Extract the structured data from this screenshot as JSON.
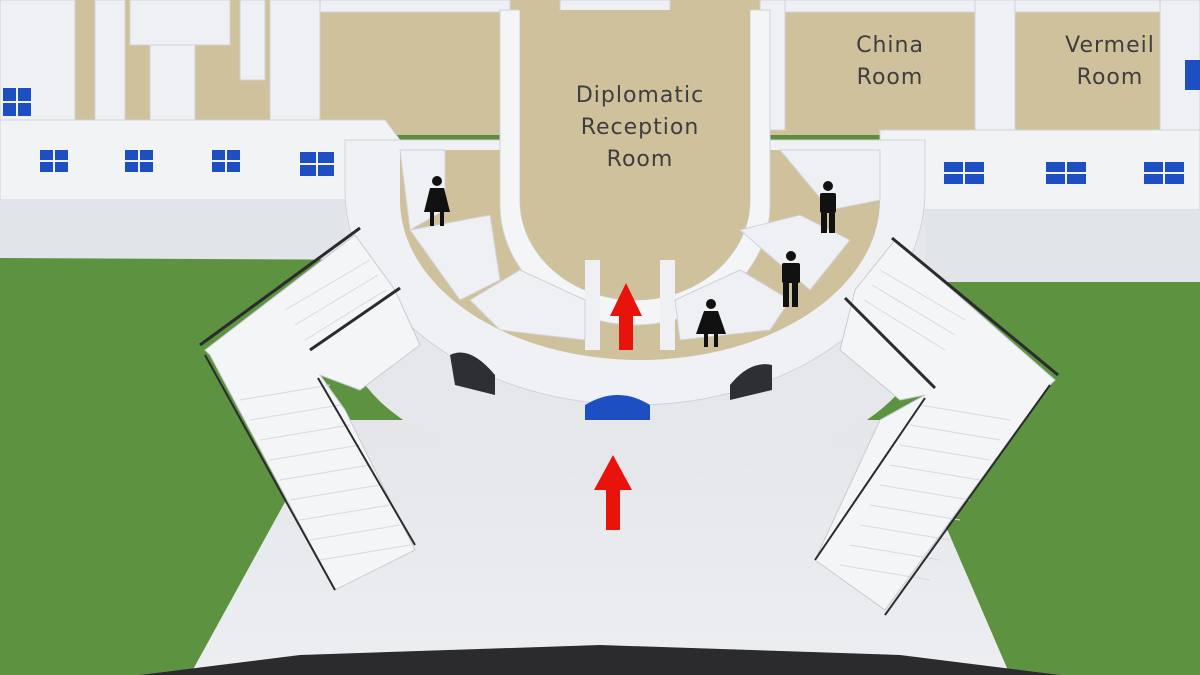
{
  "rooms": {
    "diplomatic": {
      "line1": "Diplomatic",
      "line2": "Reception",
      "line3": "Room"
    },
    "china": {
      "line1": "China",
      "line2": "Room"
    },
    "vermeil": {
      "line1": "Vermeil",
      "line2": "Room"
    }
  },
  "restroom_icons": [
    "woman-icon",
    "man-icon",
    "man-icon",
    "woman-icon"
  ],
  "route": {
    "arrow_count": 2,
    "arrow_color": "#e8140c"
  },
  "colors": {
    "lawn": "#5a8f3e",
    "floor": "#cfc19c",
    "wall": "#eef0f3",
    "plaza": "#e7e9ec",
    "window": "#1e4fc2",
    "path_shadow": "#2b2b2e"
  }
}
